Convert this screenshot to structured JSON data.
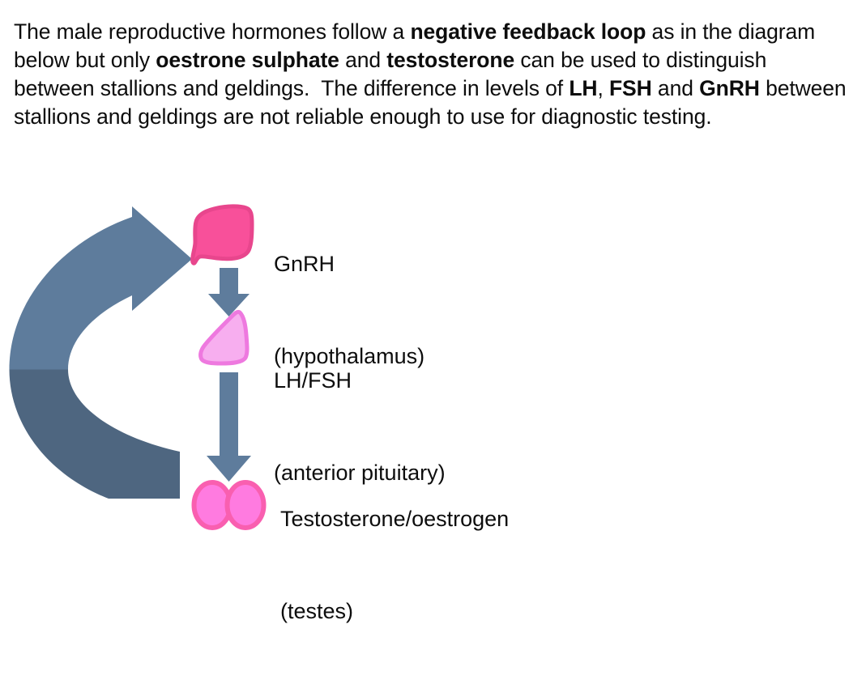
{
  "paragraph": {
    "segments": [
      {
        "text": "The male reproductive hormones follow a ",
        "bold": false
      },
      {
        "text": "negative feedback loop",
        "bold": true
      },
      {
        "text": " as in the diagram below but only ",
        "bold": false
      },
      {
        "text": "oestrone sulphate",
        "bold": true
      },
      {
        "text": " and ",
        "bold": false
      },
      {
        "text": "testosterone",
        "bold": true
      },
      {
        "text": " can be used to distinguish between stallions and geldings.  The difference in levels of ",
        "bold": false
      },
      {
        "text": "LH",
        "bold": true
      },
      {
        "text": ", ",
        "bold": false
      },
      {
        "text": "FSH",
        "bold": true
      },
      {
        "text": " and ",
        "bold": false
      },
      {
        "text": "GnRH",
        "bold": true
      },
      {
        "text": " between stallions and geldings are not reliable enough to use for diagnostic testing.",
        "bold": false
      }
    ],
    "plain_text": "The male reproductive hormones follow a negative feedback loop as in the diagram below but only oestrone sulphate and testosterone can be used to distinguish between stallions and geldings.  The difference in levels of LH, FSH and GnRH between stallions and geldings are not reliable enough to use for diagnostic testing."
  },
  "diagram": {
    "title": "negative feedback loop of male reproductive hormones",
    "nodes": [
      {
        "id": "gnrh",
        "hormone": "GnRH",
        "organ": "(hypothalamus)",
        "shape": "hypothalamus-blob",
        "fill": "#F8509A",
        "stroke": "#E8468D"
      },
      {
        "id": "lhfsh",
        "hormone": "LH/FSH",
        "organ": "(anterior pituitary)",
        "shape": "pituitary-wedge",
        "fill": "#F7AEEF",
        "stroke": "#EE79DF"
      },
      {
        "id": "testes",
        "hormone": "Testosterone/oestrogen",
        "organ": "(testes)",
        "shape": "testes-double-ellipse",
        "fill": "#FF7BE0",
        "stroke": "#F95FB0"
      }
    ],
    "connectors": [
      {
        "id": "gnrh-to-lhfsh",
        "kind": "down-arrow",
        "from": "gnrh",
        "to": "lhfsh",
        "color": "#5E7C9C"
      },
      {
        "id": "lhfsh-to-testes",
        "kind": "down-arrow",
        "from": "lhfsh",
        "to": "testes",
        "color": "#5E7C9C"
      },
      {
        "id": "feedback-loop",
        "kind": "curved-feedback-arrow",
        "from": "testes",
        "to": "gnrh",
        "color_top": "#5E7C9C",
        "color_bottom": "#4E6680"
      }
    ]
  },
  "colors": {
    "arrow_blue_light": "#5E7C9C",
    "arrow_blue_dark": "#4E6680",
    "pink_hot": "#F8509A",
    "pink_light": "#F7AEEF",
    "pink_testes": "#FF7BE0",
    "text": "#0d0d0d",
    "background": "#ffffff"
  }
}
